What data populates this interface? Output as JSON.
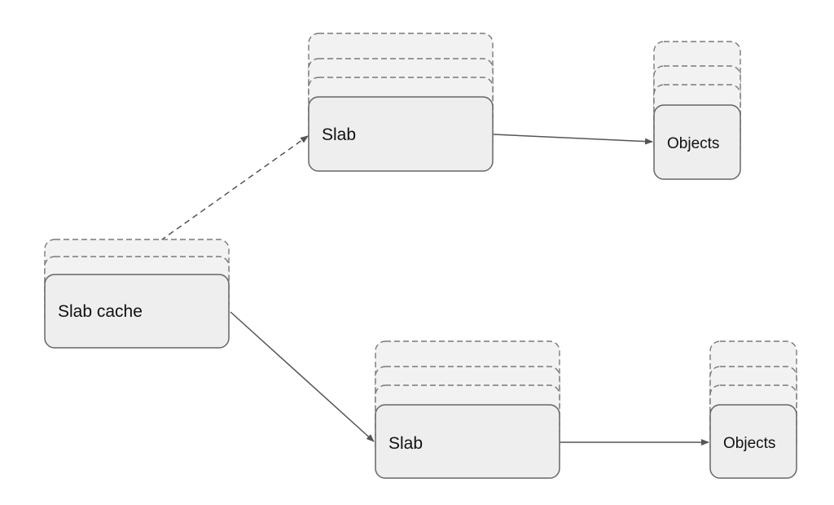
{
  "diagram": {
    "nodes": {
      "slab_cache": {
        "label": "Slab cache"
      },
      "slab_top": {
        "label": "Slab"
      },
      "objects_top": {
        "label": "Objects"
      },
      "slab_bottom": {
        "label": "Slab"
      },
      "objects_bottom": {
        "label": "Objects"
      }
    },
    "edges": [
      {
        "from": "slab_cache",
        "to": "slab_top",
        "style": "dashed"
      },
      {
        "from": "slab_cache",
        "to": "slab_bottom",
        "style": "solid"
      },
      {
        "from": "slab_top",
        "to": "objects_top",
        "style": "solid"
      },
      {
        "from": "slab_bottom",
        "to": "objects_bottom",
        "style": "solid"
      }
    ],
    "colors": {
      "node_fill": "#eeeeee",
      "node_stroke": "#666666",
      "ghost_stroke": "#7a7a7a",
      "edge": "#555555",
      "text": "#111111"
    }
  }
}
